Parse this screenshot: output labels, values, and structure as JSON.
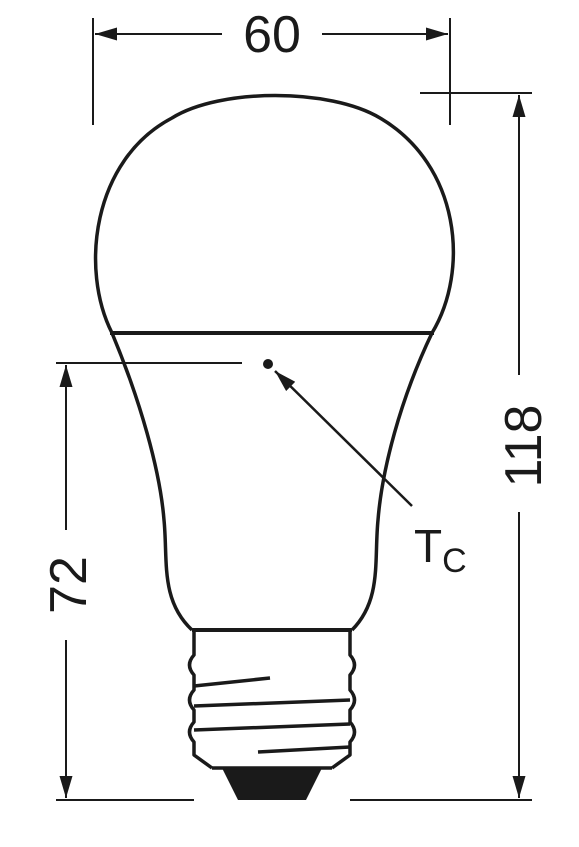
{
  "dimensions": {
    "width": "60",
    "height_total": "118",
    "height_tc": "72"
  },
  "labels": {
    "tc_main": "T",
    "tc_sub": "C"
  },
  "colors": {
    "line": "#1a1a1a",
    "background": "#ffffff"
  }
}
